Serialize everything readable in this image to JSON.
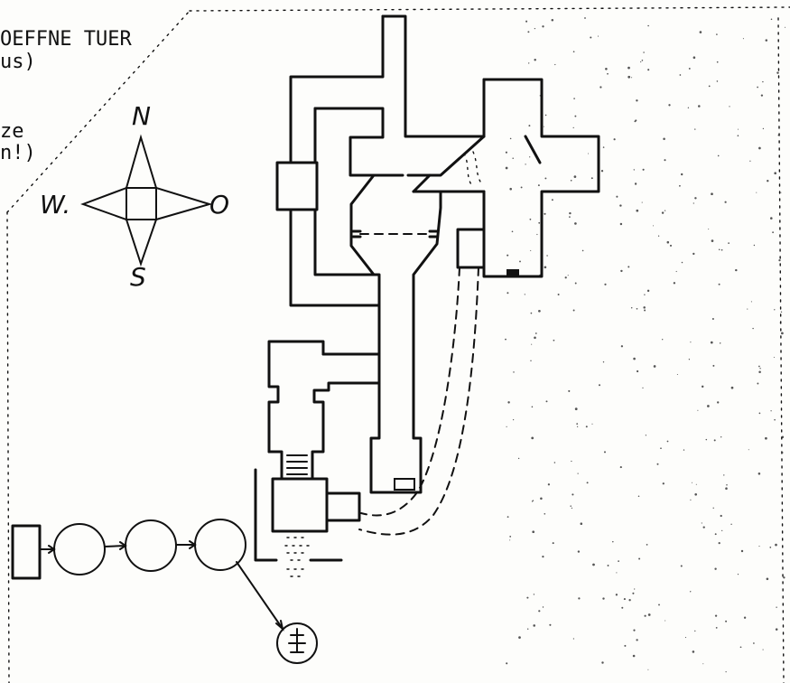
{
  "note": {
    "line1": "OEFFNE TUER",
    "line2": "us)",
    "line3": "ze",
    "line4": "n!)"
  },
  "compass": {
    "north": "N",
    "west": "W.",
    "east": "O",
    "south": "S"
  },
  "colors": {
    "ink": "#111111",
    "paper": "#fdfdfb"
  }
}
